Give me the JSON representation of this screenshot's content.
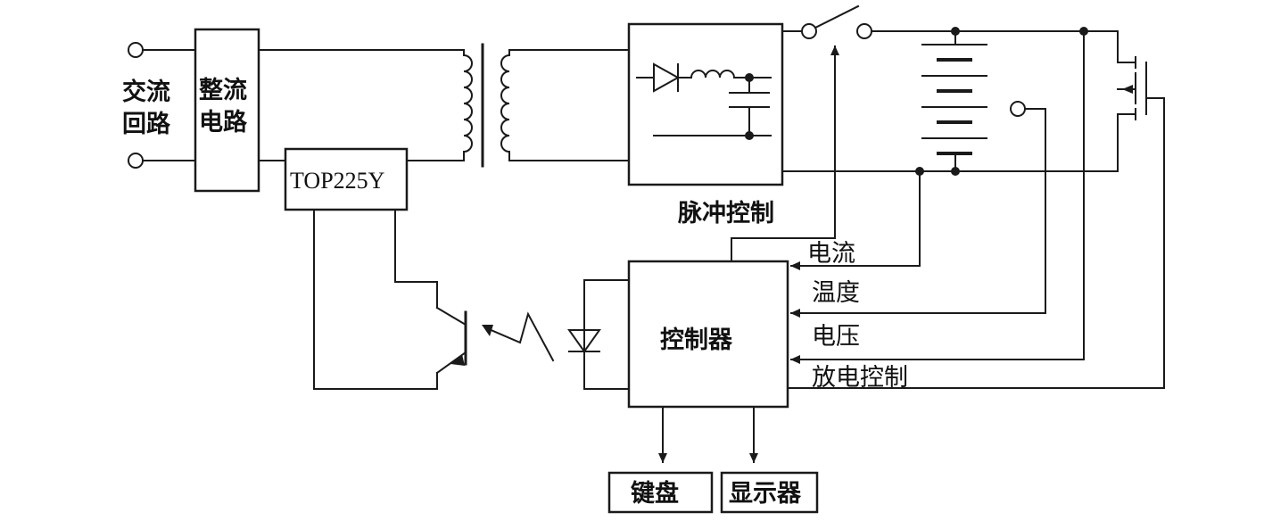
{
  "labels": {
    "ac_loop_line1": "交流",
    "ac_loop_line2": "回路",
    "rectifier_line1": "整流",
    "rectifier_line2": "电路",
    "top_chip": "TOP225Y",
    "pulse_control": "脉冲控制",
    "current": "电流",
    "temperature": "温度",
    "voltage": "电压",
    "discharge_control": "放电控制",
    "controller": "控制器",
    "keyboard": "键盘",
    "display": "显示器"
  }
}
